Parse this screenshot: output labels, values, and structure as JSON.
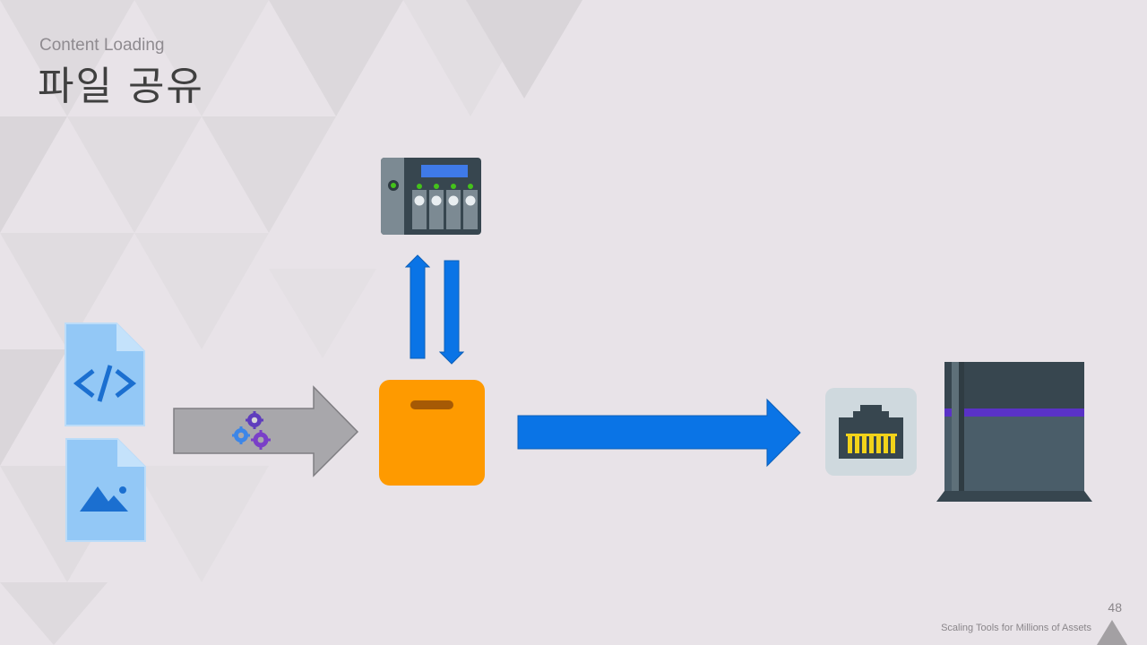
{
  "slide": {
    "subtitle": "Content Loading",
    "title": "파일 공유",
    "page_number": "48",
    "footer": "Scaling Tools for Millions of Assets"
  },
  "diagram": {
    "nodes": [
      {
        "id": "code-file",
        "icon": "code-file-icon"
      },
      {
        "id": "image-file",
        "icon": "image-file-icon"
      },
      {
        "id": "build-process",
        "icon": "gears-icon"
      },
      {
        "id": "package",
        "icon": "package-box-icon"
      },
      {
        "id": "nas-storage",
        "icon": "nas-server-icon"
      },
      {
        "id": "network-port",
        "icon": "ethernet-port-icon"
      },
      {
        "id": "console",
        "icon": "game-console-icon"
      }
    ],
    "edges": [
      {
        "from": "files",
        "to": "package",
        "style": "gray-process-arrow"
      },
      {
        "from": "package",
        "to": "nas-storage",
        "style": "blue-arrow"
      },
      {
        "from": "nas-storage",
        "to": "package",
        "style": "blue-arrow"
      },
      {
        "from": "package",
        "to": "network-port",
        "style": "blue-arrow"
      }
    ],
    "colors": {
      "file_fill": "#93c8f6",
      "file_glyph": "#1b6fd0",
      "arrow_blue": "#0a74e6",
      "arrow_gray": "#a8a7ab",
      "box_orange": "#fe9a00",
      "console_dark": "#37464f",
      "console_accent": "#5a32c7",
      "port_bg": "#cfd9de",
      "port_pins": "#f2d31a"
    }
  }
}
